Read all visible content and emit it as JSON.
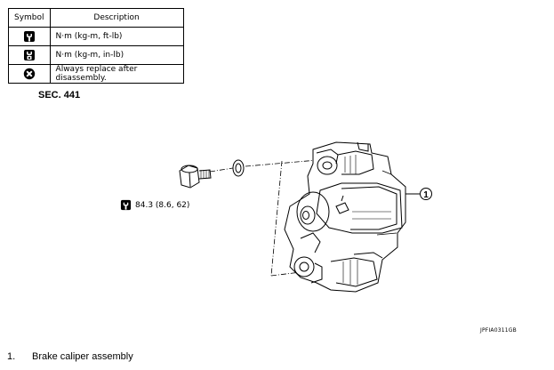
{
  "legend": {
    "header_symbol": "Symbol",
    "header_description": "Description",
    "rows": [
      {
        "icon": "torque-wrench-icon",
        "text": "N·m (kg-m, ft-lb)"
      },
      {
        "icon": "torque-wrench-small-icon",
        "text": "N·m (kg-m, in-lb)"
      },
      {
        "icon": "replace-x-icon",
        "text": "Always replace after disassembly."
      }
    ]
  },
  "section": "SEC. 441",
  "torque_spec": "84.3 (8.6, 62)",
  "callout_number": "1",
  "reference_code": "JPFIA0311GB",
  "caption": {
    "number": "1.",
    "text": "Brake caliper assembly"
  }
}
